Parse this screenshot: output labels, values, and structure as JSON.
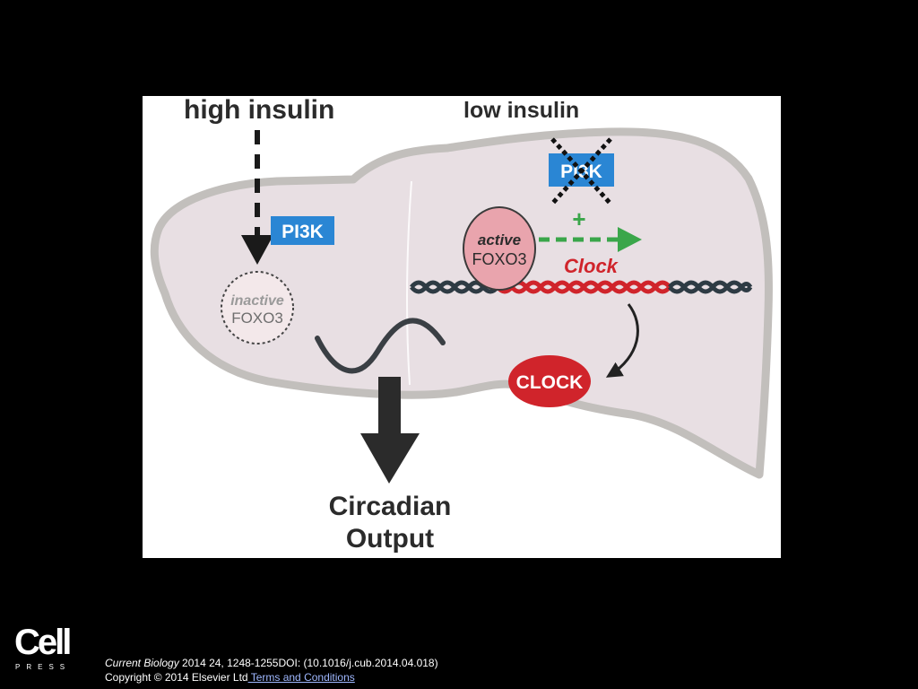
{
  "figure": {
    "labels": {
      "high_insulin": "high insulin",
      "low_insulin": "low insulin",
      "pi3k_left": "PI3K",
      "pi3k_right": "PI3K",
      "inactive": "inactive",
      "foxo3_inactive": "FOXO3",
      "active": "active",
      "foxo3_active": "FOXO3",
      "plus": "+",
      "clock_gene": "Clock",
      "clock_protein": "CLOCK",
      "output_line1": "Circadian",
      "output_line2": "Output"
    },
    "icons": {
      "liver": "liver-shape-icon",
      "dna": "dna-helix-icon",
      "wave": "sine-wave-icon",
      "blocked": "x-cross-icon"
    },
    "colors": {
      "slide_bg": "#000000",
      "figure_bg": "#ffffff",
      "liver_fill": "#e8dfe3",
      "liver_stroke": "#c2bfbc",
      "pi3k_blue": "#2a86d4",
      "foxo3_active_fill": "#e9a4ad",
      "clock_red": "#d0242b",
      "activation_green": "#3aa64a",
      "dark": "#222222"
    }
  },
  "logo": {
    "name": "Cell",
    "subtitle": "PRESS"
  },
  "citation": {
    "journal": "Current Biology",
    "details": " 2014 24, 1248-1255DOI: (10.1016/j.cub.2014.04.018)",
    "copyright": "Copyright © 2014 Elsevier Ltd",
    "terms_link": " Terms and Conditions"
  }
}
